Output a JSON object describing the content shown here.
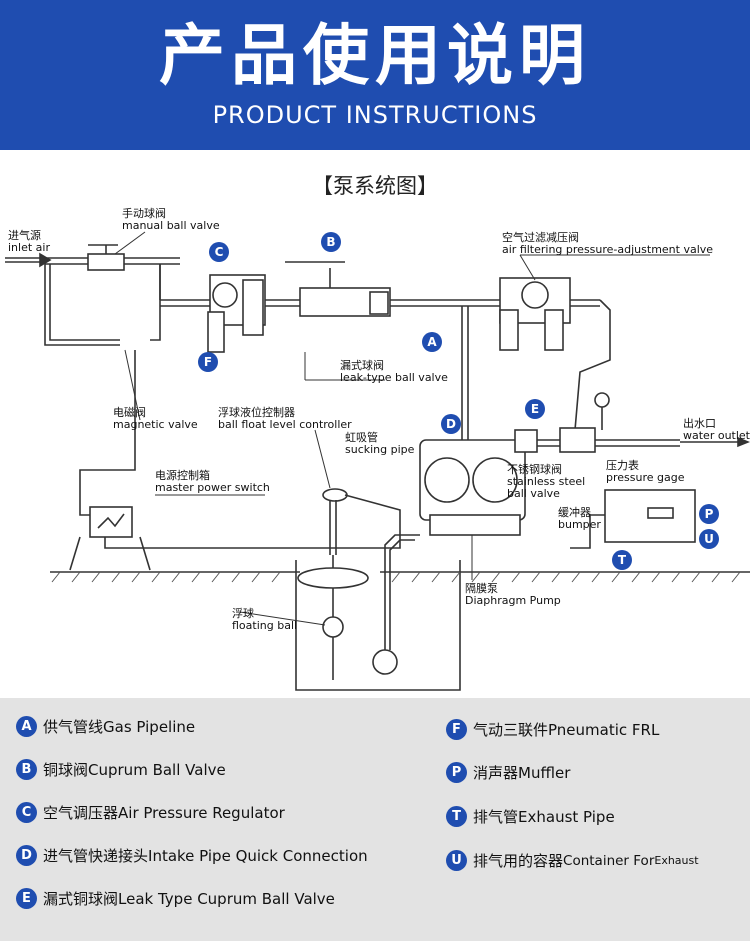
{
  "header": {
    "title_cn": "产品使用说明",
    "title_en": "PRODUCT INSTRUCTIONS",
    "bg_color": "#1f4db0"
  },
  "diagram": {
    "title": "【泵系统图】",
    "badges": [
      "A",
      "B",
      "C",
      "D",
      "E",
      "F",
      "P",
      "T",
      "U"
    ],
    "labels": {
      "inlet_air": {
        "cn": "进气源",
        "en": "inlet air"
      },
      "manual_ball_valve": {
        "cn": "手动球阀",
        "en": "manual ball valve"
      },
      "air_filter_valve": {
        "cn": "空气过滤减压阀",
        "en": "air filtering pressure-adjustment valve"
      },
      "leak_ball_valve": {
        "cn": "漏式球阀",
        "en": "leak-type ball valve"
      },
      "magnetic_valve": {
        "cn": "电磁阀",
        "en": "magnetic valve"
      },
      "float_controller": {
        "cn": "浮球液位控制器",
        "en": "ball float level controller"
      },
      "sucking_pipe": {
        "cn": "虹吸管",
        "en": "sucking pipe"
      },
      "water_outlet": {
        "cn": "出水口",
        "en": "water outlet"
      },
      "stainless_valve": {
        "cn": "不锈钢球阀",
        "en1": "stainless steel",
        "en2": "ball valve"
      },
      "pressure_gage": {
        "cn": "压力表",
        "en": "pressure gage"
      },
      "master_switch": {
        "cn": "电源控制箱",
        "en": "master power switch"
      },
      "bumper": {
        "cn": "缓冲器",
        "en": "bumper"
      },
      "diaphragm_pump": {
        "cn": "隔膜泵",
        "en": "Diaphragm Pump"
      },
      "floating_ball": {
        "cn": "浮球",
        "en": "floating ball"
      }
    }
  },
  "legend": {
    "left": [
      {
        "badge": "A",
        "cn": "供气管线",
        "en": "Gas Pipeline"
      },
      {
        "badge": "B",
        "cn": "铜球阀",
        "en": "Cuprum Ball Valve"
      },
      {
        "badge": "C",
        "cn": "空气调压器",
        "en": "Air Pressure Regulator"
      },
      {
        "badge": "D",
        "cn": "进气管快递接头",
        "en": "Intake Pipe Quick Connection"
      },
      {
        "badge": "E",
        "cn": "漏式铜球阀",
        "en": "Leak Type Cuprum Ball Valve"
      }
    ],
    "right": [
      {
        "badge": "F",
        "cn": "气动三联件",
        "en": "Pneumatic FRL"
      },
      {
        "badge": "P",
        "cn": "消声器",
        "en": "Muffler"
      },
      {
        "badge": "T",
        "cn": "排气管",
        "en": "Exhaust Pipe"
      },
      {
        "badge": "U",
        "cn": "排气用的容器",
        "en": "Container For",
        "en_small": "Exhaust"
      }
    ]
  }
}
